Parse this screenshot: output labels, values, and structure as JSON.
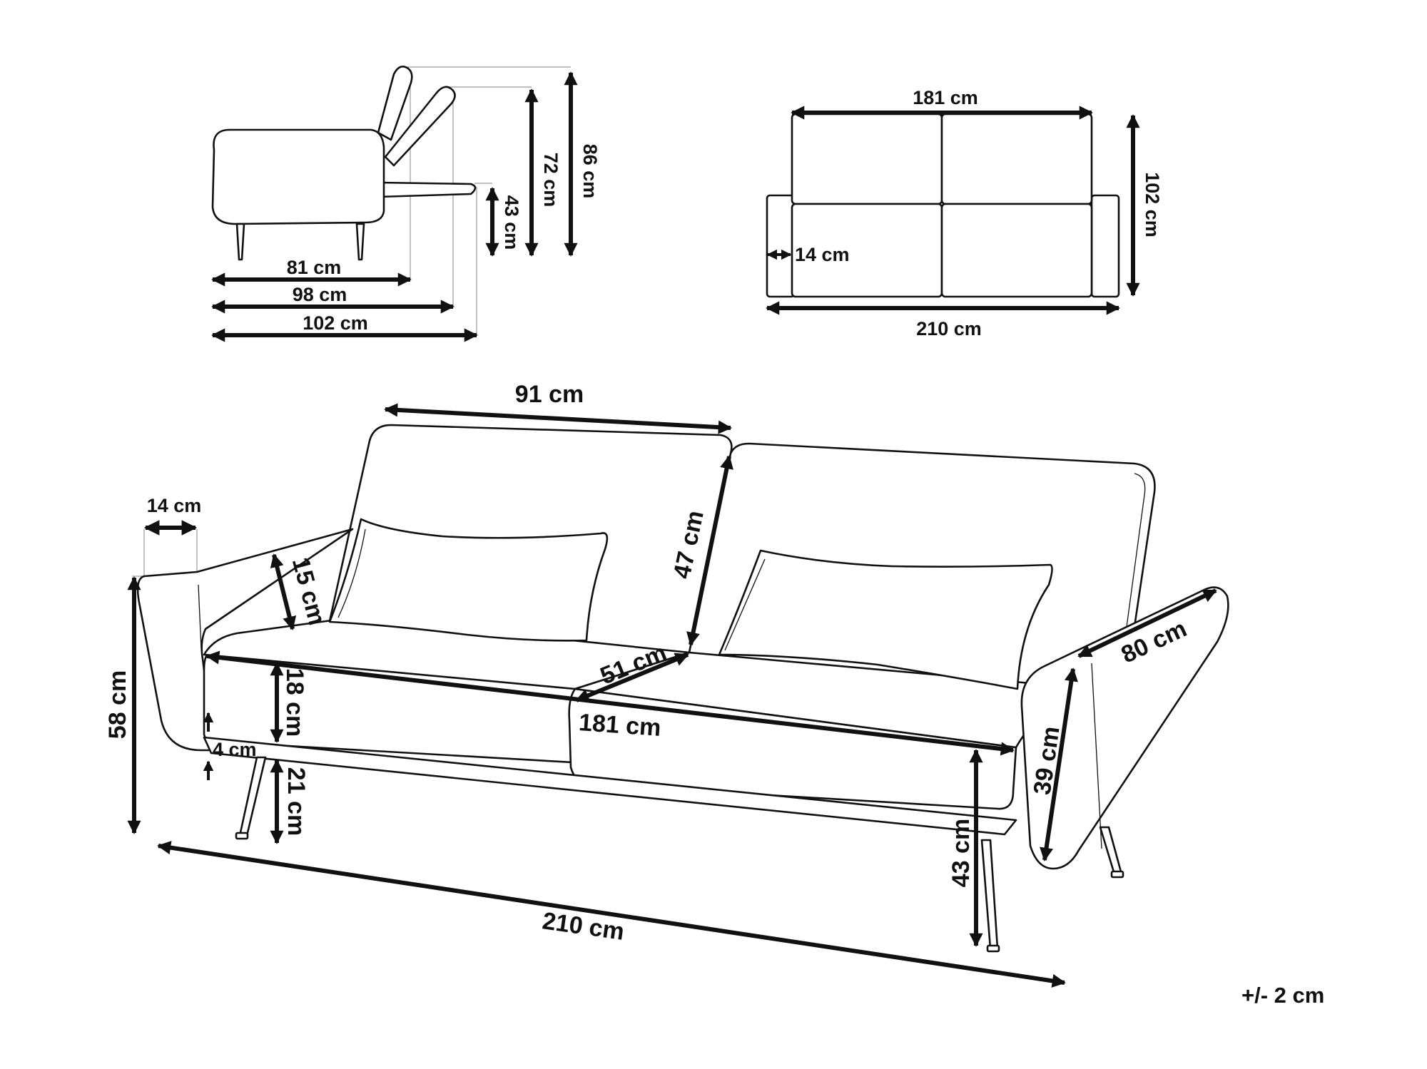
{
  "side_view": {
    "height_backrest_up": "86 cm",
    "height_backrest_reclined": "72 cm",
    "height_bed": "43 cm",
    "depth_seat": "81 cm",
    "depth_reclined": "98 cm",
    "depth_bed": "102 cm"
  },
  "top_view": {
    "width_seat": "181 cm",
    "depth": "102 cm",
    "armrest_width": "14 cm",
    "width_total": "210 cm"
  },
  "perspective_view": {
    "backrest_width": "91 cm",
    "armrest_width": "14 cm",
    "armrest_height_above_seat": "15 cm",
    "total_height": "58 cm",
    "seat_thickness": "18 cm",
    "base_thickness": "4 cm",
    "leg_height": "21 cm",
    "backrest_height": "47 cm",
    "seat_depth": "51 cm",
    "seat_width": "181 cm",
    "armrest_depth": "80 cm",
    "armrest_height": "39 cm",
    "seat_height": "43 cm",
    "total_width": "210 cm"
  },
  "tolerance": "+/- 2 cm",
  "colors": {
    "line": "#111111",
    "guide": "#9a9a9a",
    "fill": "#ffffff"
  }
}
